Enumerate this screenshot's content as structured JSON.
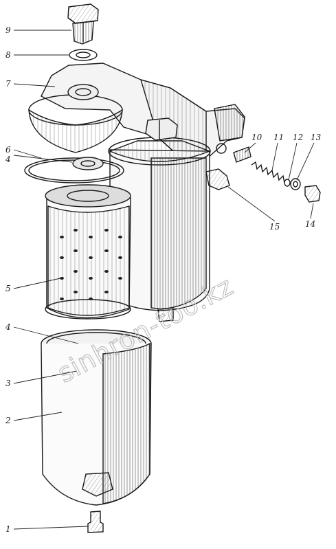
{
  "watermark": "sinhron-too.kz",
  "callouts": [
    "1",
    "2",
    "3",
    "4",
    "5",
    "6",
    "4",
    "7",
    "8",
    "9",
    "10",
    "11",
    "12",
    "13",
    "14",
    "15"
  ],
  "colors": {
    "ink": "#1a1a1a",
    "paper": "#ffffff",
    "watermark": "#b9b9b9"
  }
}
